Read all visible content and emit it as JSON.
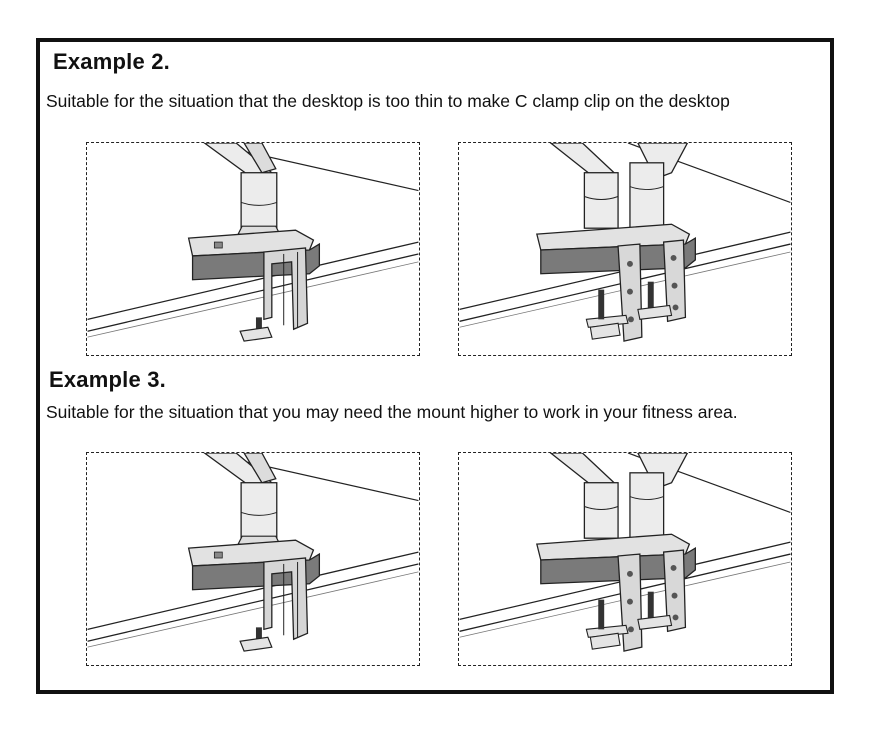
{
  "examples": [
    {
      "heading": "Example 2.",
      "description": "Suitable for the situation that the desktop is too thin to make C clamp clip on the desktop",
      "illustrations": [
        "single-arm-mount-c-clamp",
        "dual-arm-mount-c-clamp"
      ]
    },
    {
      "heading": "Example 3.",
      "description": "Suitable for the situation that you may need the mount higher to work in your fitness area.",
      "illustrations": [
        "single-arm-mount-c-clamp",
        "dual-arm-mount-c-clamp"
      ]
    }
  ],
  "colors": {
    "frame_border": "#111111",
    "base_dark": "#7a7a7a",
    "base_light": "#e2e2e2",
    "pole": "#ececec",
    "line": "#222222"
  }
}
